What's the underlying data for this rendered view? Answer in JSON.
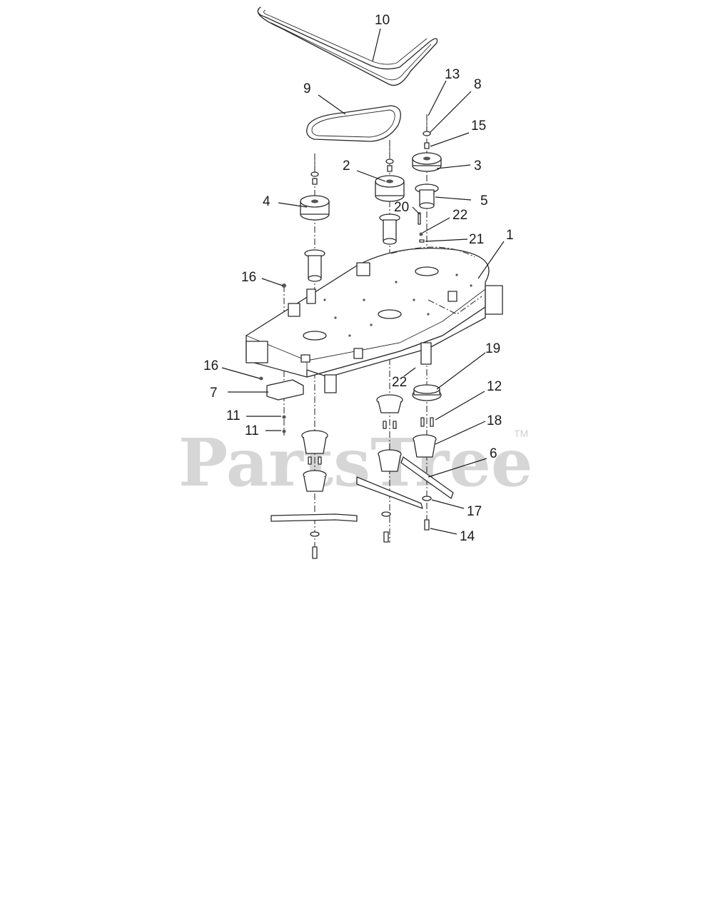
{
  "watermark": {
    "text": "PartsTree",
    "trademark": "TM"
  },
  "callouts": [
    {
      "id": "c10",
      "text": "10"
    },
    {
      "id": "c9",
      "text": "9"
    },
    {
      "id": "c13",
      "text": "13"
    },
    {
      "id": "c8",
      "text": "8"
    },
    {
      "id": "c15",
      "text": "15"
    },
    {
      "id": "c2",
      "text": "2"
    },
    {
      "id": "c3",
      "text": "3"
    },
    {
      "id": "c4",
      "text": "4"
    },
    {
      "id": "c5",
      "text": "5"
    },
    {
      "id": "c20",
      "text": "20"
    },
    {
      "id": "c22a",
      "text": "22"
    },
    {
      "id": "c21",
      "text": "21"
    },
    {
      "id": "c1",
      "text": "1"
    },
    {
      "id": "c16a",
      "text": "16"
    },
    {
      "id": "c16b",
      "text": "16"
    },
    {
      "id": "c7",
      "text": "7"
    },
    {
      "id": "c11a",
      "text": "11"
    },
    {
      "id": "c11b",
      "text": "11"
    },
    {
      "id": "c19",
      "text": "19"
    },
    {
      "id": "c22b",
      "text": "22"
    },
    {
      "id": "c12",
      "text": "12"
    },
    {
      "id": "c18",
      "text": "18"
    },
    {
      "id": "c6",
      "text": "6"
    },
    {
      "id": "c17",
      "text": "17"
    },
    {
      "id": "c14",
      "text": "14"
    }
  ]
}
